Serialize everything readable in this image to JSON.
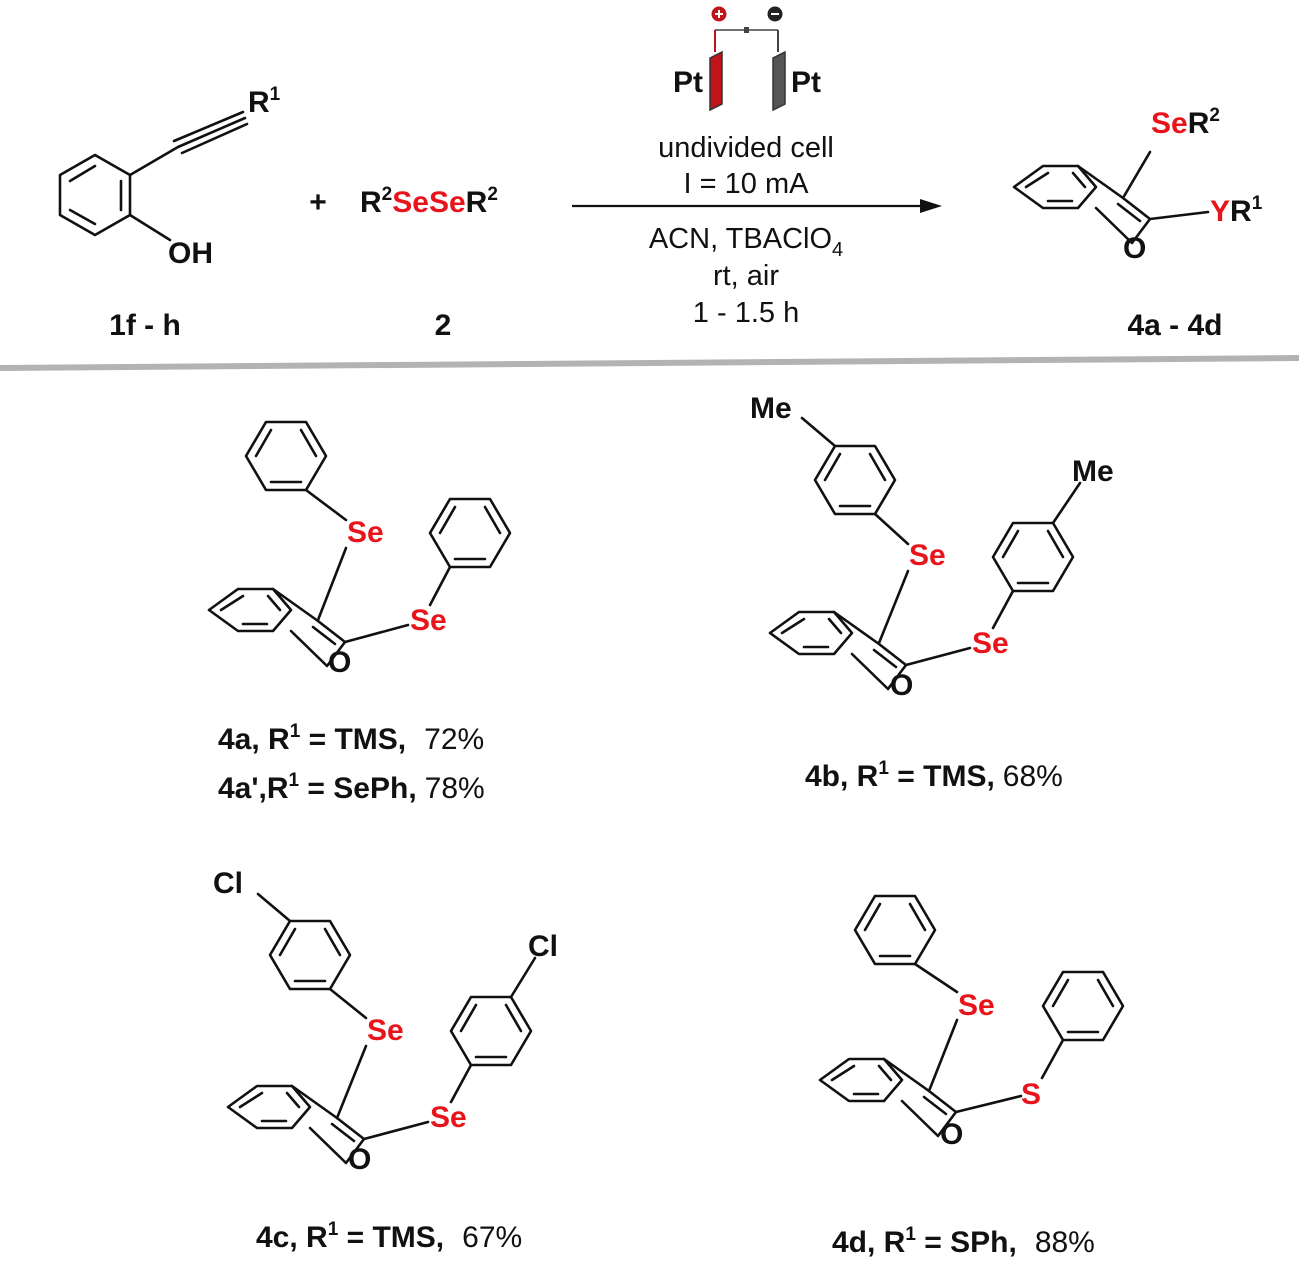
{
  "reaction": {
    "substrate": {
      "r_group": "R",
      "r_sup": "1",
      "hydroxyl": "OH",
      "id": "1f - h"
    },
    "plus": "+",
    "reagent": {
      "r_left": "R",
      "r_left_sup": "2",
      "core": "SeSe",
      "r_right": "R",
      "r_right_sup": "2",
      "id": "2"
    },
    "electrodes": {
      "anode_label": "Pt",
      "cathode_label": "Pt",
      "anode_color": "#c0141b",
      "cathode_color": "#555555"
    },
    "conditions": {
      "line1": "undivided cell",
      "line2": "I = 10 mA",
      "line3_main": "ACN, TBAClO",
      "line3_sub": "4",
      "line4": "rt, air",
      "line5": "1 - 1.5 h"
    },
    "product": {
      "se_label": "Se",
      "r2": "R",
      "r2_sup": "2",
      "y_label": "Y",
      "r1": "R",
      "r1_sup": "1",
      "oxygen": "O",
      "id": "4a - 4d"
    }
  },
  "atoms": {
    "se": "Se",
    "s": "S",
    "o": "O",
    "me": "Me",
    "cl": "Cl"
  },
  "compounds": {
    "c4a": {
      "line1_bold": "4a, R",
      "line1_sup": "1",
      "line1_rest": " = TMS,",
      "line1_yield": "72%",
      "line2_bold": "4a',R",
      "line2_sup": "1",
      "line2_rest": " = SePh,",
      "line2_yield": "78%"
    },
    "c4b": {
      "bold": "4b, R",
      "sup": "1",
      "rest": " = TMS,",
      "yield": "68%"
    },
    "c4c": {
      "bold": "4c, R",
      "sup": "1",
      "rest": " = TMS,",
      "yield": "67%"
    },
    "c4d": {
      "bold": "4d, R",
      "sup": "1",
      "rest": " = SPh,",
      "yield": "88%"
    }
  },
  "colors": {
    "heteroatom": "#e8141b",
    "ink": "#111111",
    "separator": "#b3b3b3"
  }
}
